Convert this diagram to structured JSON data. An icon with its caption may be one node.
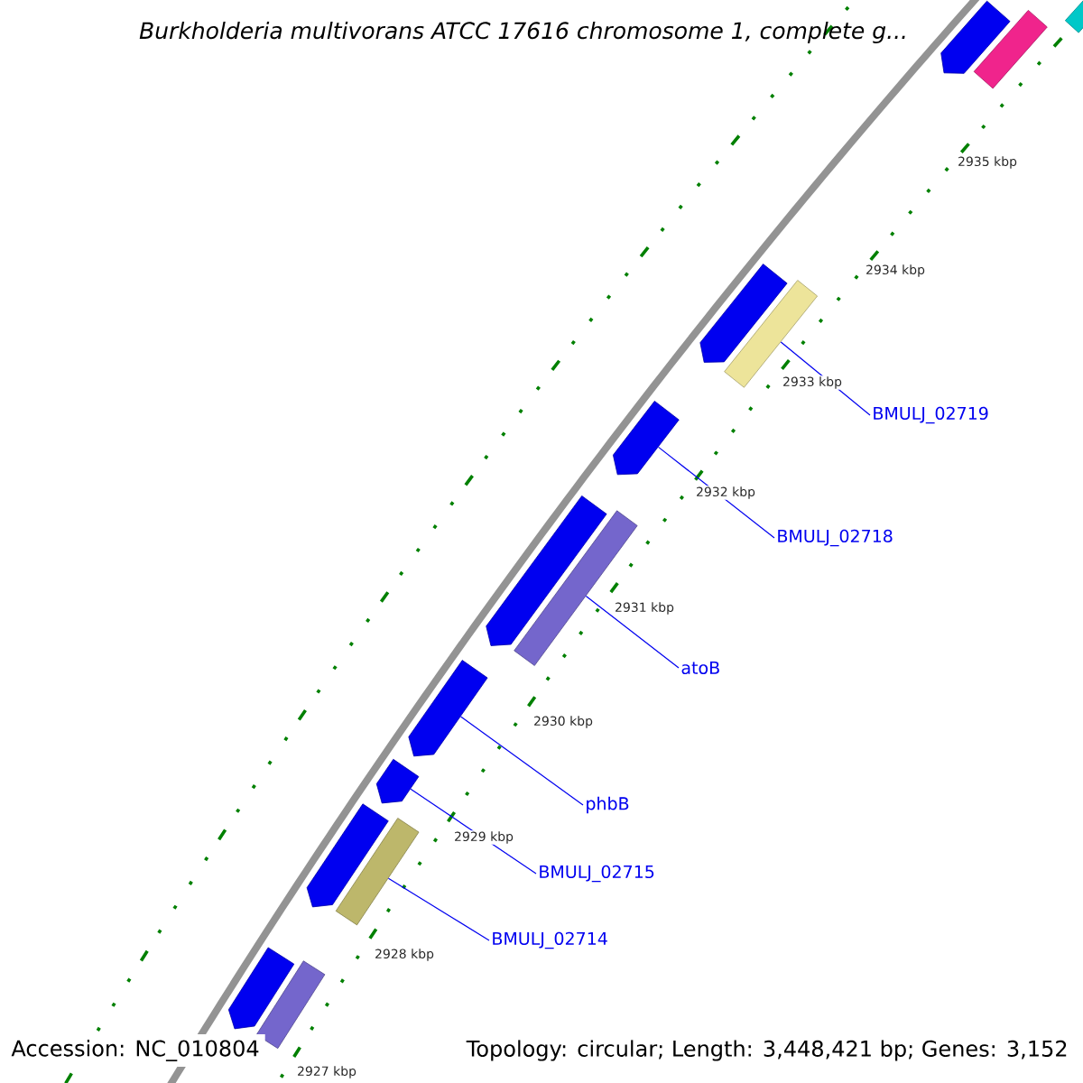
{
  "diagram": {
    "title": "Burkholderia multivorans ATCC 17616 chromosome 1, complete g...",
    "nodes": [
      {
        "text": [],
        "shape": "pentagon"
      },
      {
        "text": [],
        "shape": "bar"
      },
      {
        "text": [],
        "shape": "bar"
      },
      {
        "text": [],
        "shape": "pentagon"
      },
      {
        "text": [],
        "shape": "bar"
      },
      {
        "text": [],
        "shape": "pentagon"
      },
      {
        "text": [],
        "shape": "pentagon"
      },
      {
        "text": [],
        "shape": "bar"
      },
      {
        "text": [],
        "shape": "pentagon"
      },
      {
        "text": [],
        "shape": "pentagon"
      },
      {
        "text": [],
        "shape": "pentagon"
      },
      {
        "text": [],
        "shape": "bar"
      },
      {
        "text": [],
        "shape": "pentagon"
      },
      {
        "text": [],
        "shape": "bar"
      },
      {
        "text": [
          "BMULJ_02719"
        ]
      },
      {
        "text": [
          "BMULJ_02718"
        ]
      },
      {
        "text": [
          "atoB"
        ]
      },
      {
        "text": [
          "phbB"
        ]
      },
      {
        "text": [
          "BMULJ_02715"
        ]
      },
      {
        "text": [
          "BMULJ_02714"
        ]
      }
    ],
    "edges": [
      {
        "from": 14,
        "to": 4,
        "arrow": "none"
      },
      {
        "from": 15,
        "to": 5,
        "arrow": "none"
      },
      {
        "from": 16,
        "to": 7,
        "arrow": "none"
      },
      {
        "from": 17,
        "to": 8,
        "arrow": "none"
      },
      {
        "from": 18,
        "to": 9,
        "arrow": "none"
      },
      {
        "from": 19,
        "to": 11,
        "arrow": "none"
      }
    ],
    "labels": [
      "2935 kbp",
      "2934 kbp",
      "2933 kbp",
      "2932 kbp",
      "2931 kbp",
      "2930 kbp",
      "2929 kbp",
      "2928 kbp",
      "2927 kbp",
      "Accession: NC_010804",
      "Topology: circular; Length: 3,448,421 bp; Genes: 3,152"
    ]
  }
}
